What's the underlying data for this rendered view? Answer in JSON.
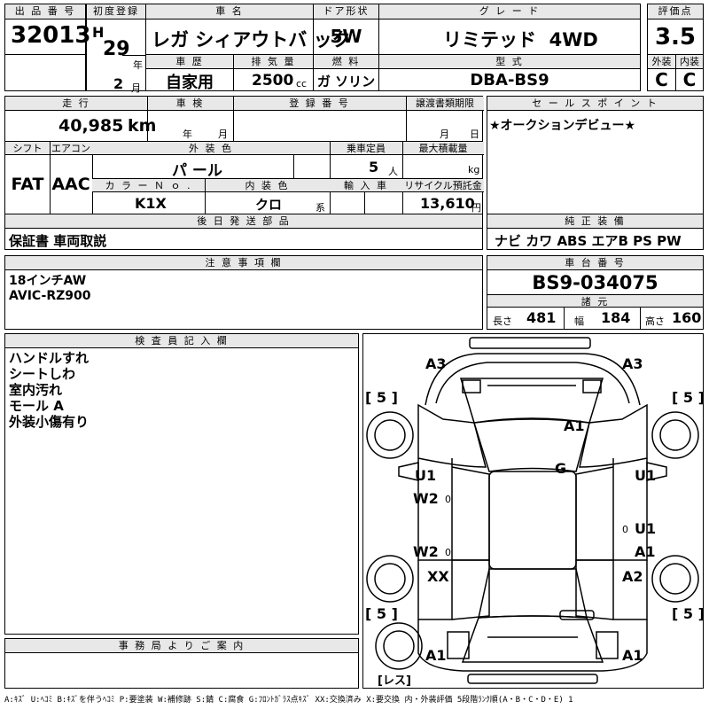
{
  "row1": {
    "lot_label": "出 品 番 号",
    "lot_no": "32013",
    "first_reg_label": "初度登録",
    "era": "H",
    "year_num": "29",
    "year_unit": "年",
    "month_num": "2",
    "month_unit": "月",
    "car_name_label": "車 名",
    "car_name": "レガ シィアウトバ ック",
    "door_label": "ドア形状",
    "door": "5W",
    "grade_label": "グ レ ー ド",
    "grade": "リミテッド  4WD",
    "score_label": "評価点",
    "score": "3.5",
    "history_label": "車 歴",
    "history": "自家用",
    "disp_label": "排 気 量",
    "disp": "2500",
    "disp_unit": "cc",
    "fuel_label": "燃 料",
    "fuel": "ガ ソリン",
    "model_label": "型 式",
    "model": "DBA-BS9",
    "ext_label": "外装",
    "ext": "C",
    "int_label": "内装",
    "int": "C"
  },
  "row2": {
    "mileage_label": "走 行",
    "mileage": "40,985",
    "mileage_unit": "km",
    "inspection_label": "車 検",
    "insp_year_unit": "年",
    "insp_month_unit": "月",
    "reg_no_label": "登 録 番 号",
    "transfer_label": "譲渡書類期限",
    "transfer_month_unit": "月",
    "transfer_day_unit": "日",
    "shift_label": "シフト",
    "shift": "FAT",
    "ac_label": "エアコン",
    "ac": "AAC",
    "color_label": "外 装 色",
    "color": "パ ール",
    "capacity_label": "乗車定員",
    "capacity": "5",
    "capacity_unit": "人",
    "load_label": "最大積載量",
    "load_unit": "kg",
    "color_no_label": "カ ラ ー Ｎ ｏ .",
    "color_no": "K1X",
    "int_color_label": "内 装 色",
    "int_color": "クロ",
    "int_color_unit": "系",
    "import_label": "輸 入 車",
    "recycle_label": "リサイクル預託金",
    "recycle": "13,610",
    "recycle_unit": "円"
  },
  "sales": {
    "label": "セ ー ル ス ポ イ ン ト",
    "text": "★オークションデビュー★"
  },
  "later": {
    "label": "後 日 発 送 部 品",
    "text": "保証書 車両取説"
  },
  "equip": {
    "label": "純 正 装 備",
    "text": "ナビ カワ ABS エアB PS PW"
  },
  "notes": {
    "label": "注 意 事 項 欄",
    "text": "18インチAW\nAVIC-RZ900"
  },
  "chassis": {
    "label": "車 台 番 号",
    "value": "BS9-034075"
  },
  "specs": {
    "label": "諸 元",
    "len_label": "長さ",
    "len": "481",
    "wid_label": "幅",
    "wid": "184",
    "hei_label": "高さ",
    "hei": "160"
  },
  "inspector": {
    "label": "検 査 員 記 入 欄",
    "text": "ハンドルすれ\nシートしわ\n室内汚れ\nモール A\n外装小傷有り"
  },
  "office": {
    "label": "事 務 局 よ り ご 案 内"
  },
  "diagram": {
    "bracket": "[ 5 ]",
    "a3l": "A3",
    "a3r": "A3",
    "a1_hood": "A1",
    "g": "G",
    "u1l": "U1",
    "w2l": "W2",
    "u1r": "U1",
    "w2l2": "W2",
    "u1r2": "U1",
    "a1r": "A1",
    "xx": "XX",
    "a2": "A2",
    "a1bl": "A1",
    "a1br": "A1",
    "zero": "0",
    "less": "[レス]"
  },
  "legend": "A:ｷｽﾞ U:ﾍｺﾐ B:ｷｽﾞを伴うﾍｺﾐ P:要塗装 W:補修跡 S:錆 C:腐食 G:ﾌﾛﾝﾄｶﾞﾗｽ点ｷｽﾞ XX:交換済み X:要交換  内・外装評価  5段階ﾗﾝｸ順(A・B・C・D・E) 1"
}
